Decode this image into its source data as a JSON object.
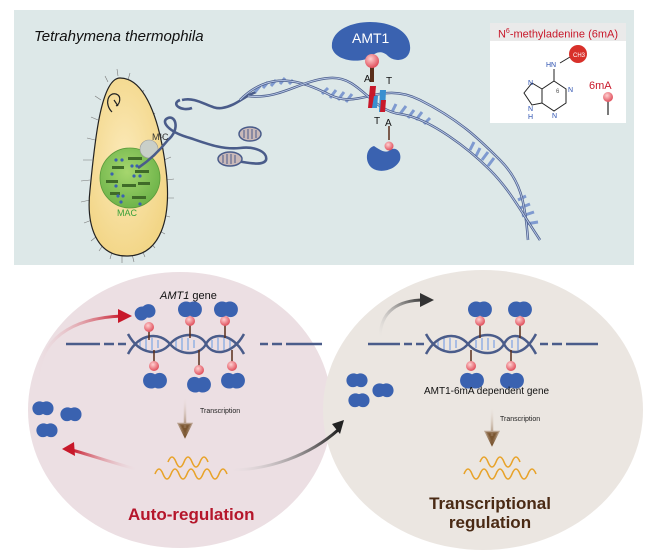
{
  "top_panel": {
    "species": "Tetrahymena thermophila",
    "protein_label": "AMT1",
    "nucleus_labels": {
      "mic": "MIC",
      "mac": "MAC"
    },
    "base_pair_labels": {
      "top_left": "A",
      "top_right": "T",
      "bottom_left": "T",
      "bottom_right": "A"
    },
    "legend": {
      "title_prefix": "N",
      "title_superscript": "6",
      "title_suffix": "-methyladenine (6mA)",
      "methyl_group": "CH3",
      "amine": "HN",
      "ring_atoms": [
        "N",
        "N",
        "N",
        "N",
        "H"
      ],
      "ring_position": "6",
      "symbol_label": "6mA"
    },
    "colors": {
      "background": "#dde8e8",
      "protein": "#3a62b0",
      "methyl_mark": "#e8707a",
      "dna": "#4a5c8a",
      "legend_red": "#c8182a"
    }
  },
  "bottom_left": {
    "gene_label_italic": "AMT1",
    "gene_label_suffix": " gene",
    "step_label": "Transcription",
    "title": "Auto-regulation",
    "circle_color": "#ecdfe3",
    "title_color": "#b5162b"
  },
  "bottom_right": {
    "gene_label": "AMT1-6mA dependent gene",
    "step_label": "Transcription",
    "title": "Transcriptional regulation",
    "circle_color": "#ebe6e1",
    "title_color": "#4a2a14"
  }
}
